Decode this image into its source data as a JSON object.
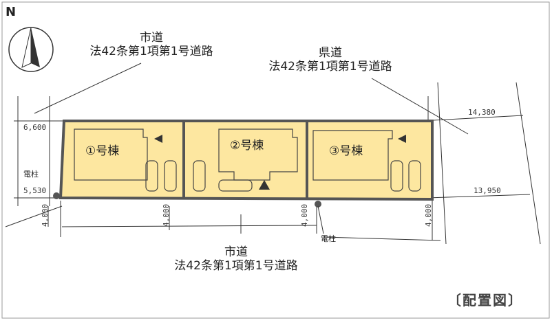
{
  "north_label": "N",
  "roads": {
    "city_road_north": {
      "line1": "市道",
      "line2": "法42条第1項第1号道路"
    },
    "prefectural_road": {
      "line1": "県道",
      "line2": "法42条第1項第1号道路"
    },
    "city_road_south": {
      "line1": "市道",
      "line2": "法42条第1項第1号道路"
    }
  },
  "dimensions": {
    "width_nw": "6,600",
    "width_sw": "5,530",
    "width_ne": "14,380",
    "width_se": "13,950",
    "setback_1": "4,000",
    "setback_2": "4,000",
    "setback_3": "4,000",
    "setback_4": "4,000"
  },
  "utility_pole_label": "電柱",
  "buildings": [
    {
      "label": "①号棟"
    },
    {
      "label": "②号棟"
    },
    {
      "label": "③号棟"
    }
  ],
  "title": "〔配置図〕",
  "colors": {
    "lot_fill": "#fde7a0",
    "lot_border": "#555555",
    "line": "#333333"
  }
}
